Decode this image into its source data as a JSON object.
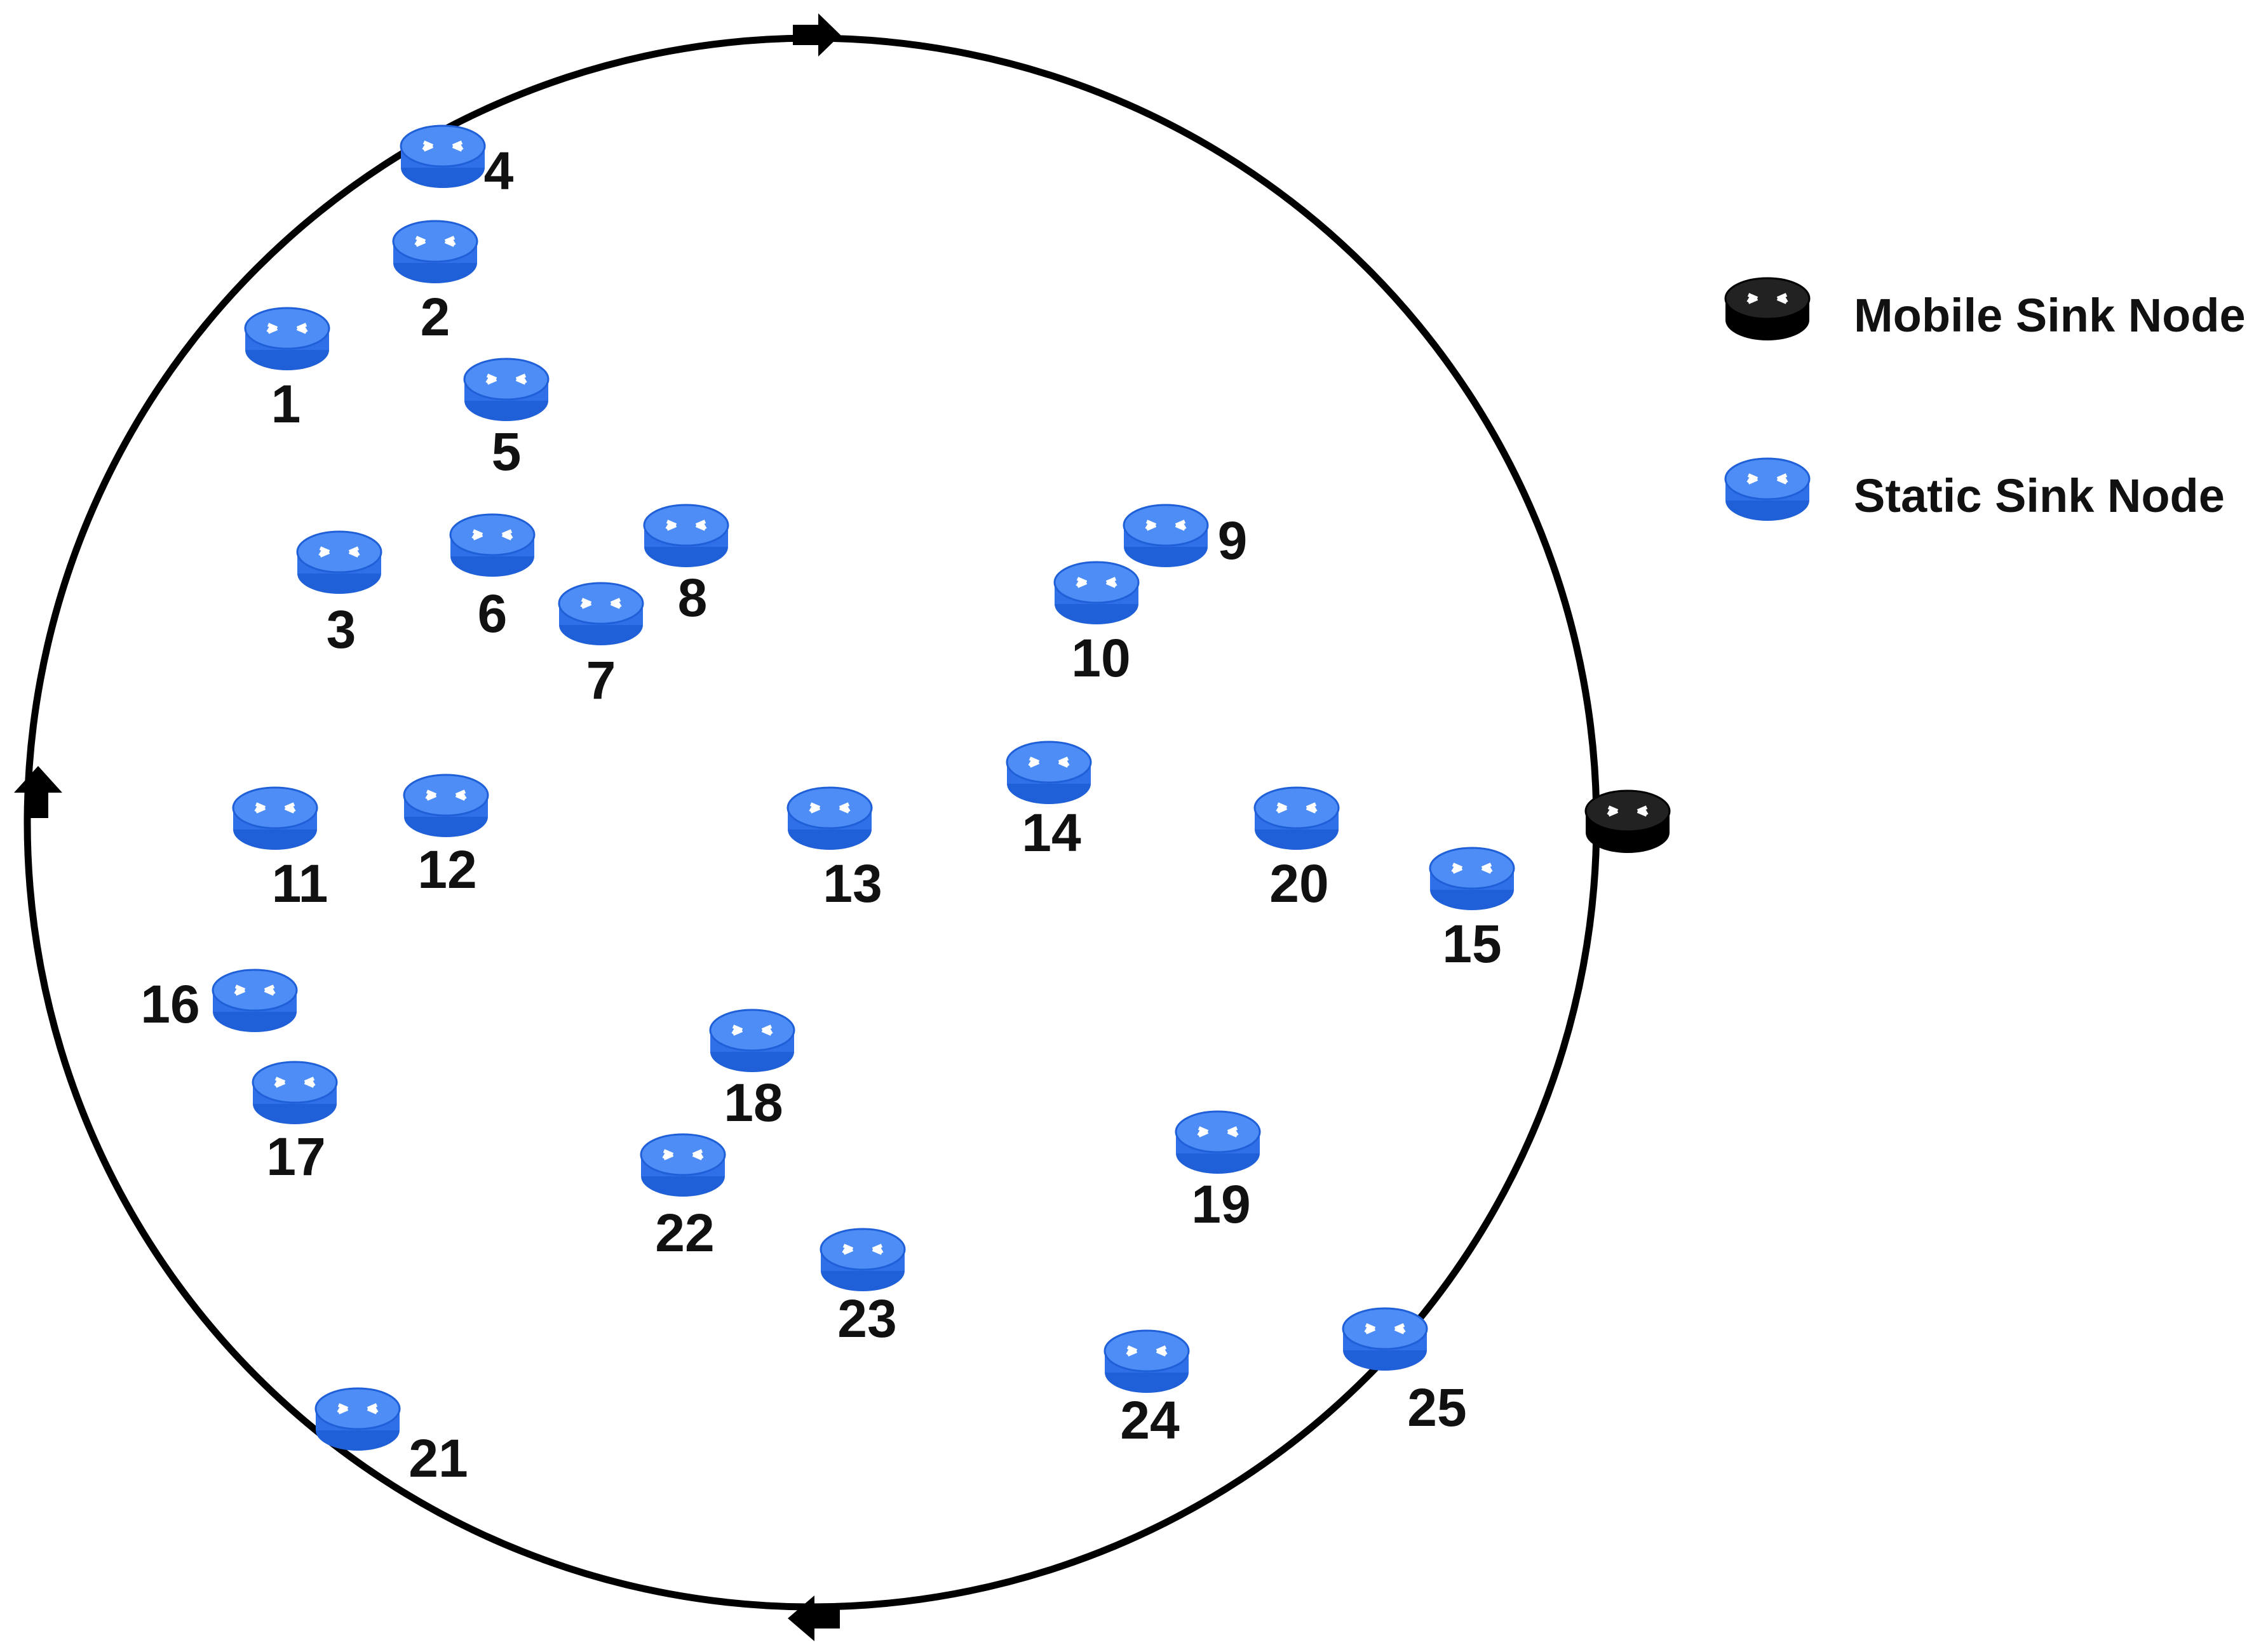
{
  "colors": {
    "static_node": "#2f6fe8",
    "static_node_top": "#4d8df5",
    "mobile_node": "#111111",
    "path_line": "#000000"
  },
  "icons": {
    "static": "router-icon-blue",
    "mobile": "router-icon-black",
    "direction": "arrow-icon"
  },
  "legend": {
    "mobile_label": "Mobile Sink Node",
    "static_label": "Static Sink Node"
  },
  "nodes": [
    {
      "label": "1"
    },
    {
      "label": "2"
    },
    {
      "label": "3"
    },
    {
      "label": "4"
    },
    {
      "label": "5"
    },
    {
      "label": "6"
    },
    {
      "label": "7"
    },
    {
      "label": "8"
    },
    {
      "label": "9"
    },
    {
      "label": "10"
    },
    {
      "label": "11"
    },
    {
      "label": "12"
    },
    {
      "label": "13"
    },
    {
      "label": "14"
    },
    {
      "label": "15"
    },
    {
      "label": "16"
    },
    {
      "label": "17"
    },
    {
      "label": "18"
    },
    {
      "label": "19"
    },
    {
      "label": "20"
    },
    {
      "label": "21"
    },
    {
      "label": "22"
    },
    {
      "label": "23"
    },
    {
      "label": "24"
    },
    {
      "label": "25"
    }
  ]
}
